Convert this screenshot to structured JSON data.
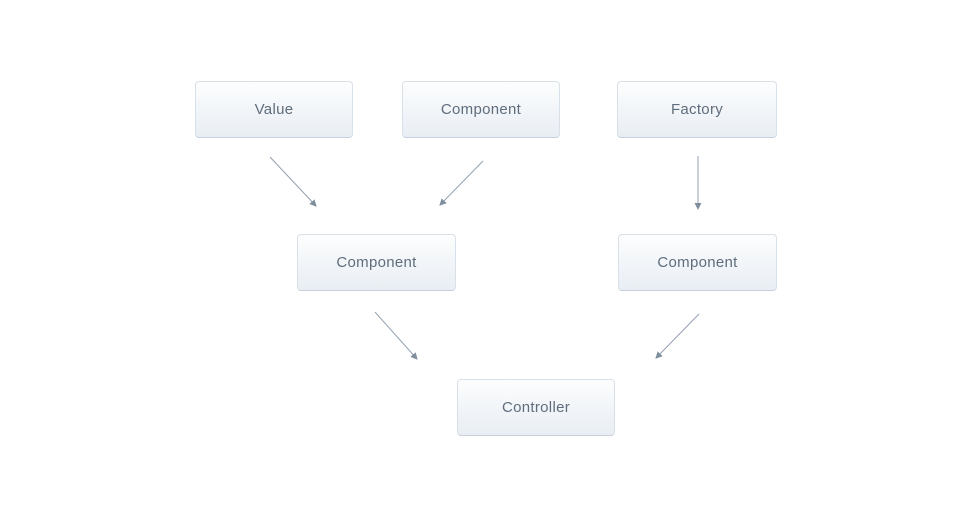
{
  "diagram": {
    "nodes": [
      {
        "id": "value",
        "label": "Value"
      },
      {
        "id": "component-top",
        "label": "Component"
      },
      {
        "id": "factory",
        "label": "Factory"
      },
      {
        "id": "component-left",
        "label": "Component"
      },
      {
        "id": "component-right",
        "label": "Component"
      },
      {
        "id": "controller",
        "label": "Controller"
      }
    ],
    "edges": [
      {
        "from": "value",
        "to": "component-left"
      },
      {
        "from": "component-top",
        "to": "component-left"
      },
      {
        "from": "factory",
        "to": "component-right"
      },
      {
        "from": "component-left",
        "to": "controller"
      },
      {
        "from": "component-right",
        "to": "controller"
      }
    ],
    "colors": {
      "background": "#ffffff",
      "box_border": "#d8e0e9",
      "box_fill_top": "#fdfefe",
      "box_fill_bottom": "#e9eef4",
      "text": "#5f6d7c",
      "arrow_line": "#94a1af",
      "arrow_head": "#7f8e9d"
    }
  }
}
